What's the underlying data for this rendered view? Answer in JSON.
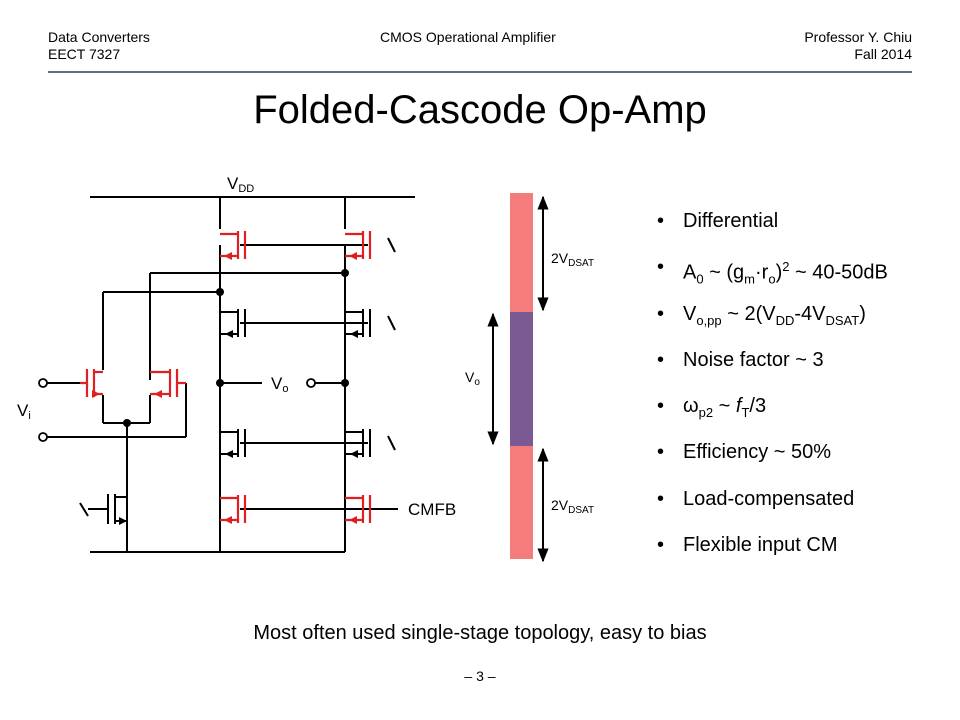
{
  "header": {
    "course": "Data Converters",
    "course_code": "EECT 7327",
    "topic": "CMOS Operational Amplifier",
    "instructor": "Professor Y. Chiu",
    "term": "Fall 2014"
  },
  "title": "Folded-Cascode Op-Amp",
  "schematic": {
    "vdd": {
      "main": "V",
      "sub": "DD"
    },
    "vo": {
      "main": "V",
      "sub": "o"
    },
    "vi": {
      "main": "V",
      "sub": "i"
    },
    "cmfb": "CMFB"
  },
  "swing": {
    "top_label": {
      "main": "2V",
      "sub": "DSAT"
    },
    "vo_label": {
      "main": "V",
      "sub": "o"
    },
    "bottom_label": {
      "main": "2V",
      "sub": "DSAT"
    },
    "colors": {
      "headroom": "#f47c7c",
      "swing": "#7b5a94"
    }
  },
  "bullets": {
    "b1": "Differential",
    "b2": {
      "a": "A",
      "a_sub": "0",
      "b": " ~ (g",
      "b_sub": "m",
      "c": "·r",
      "c_sub": "o",
      "d": ")",
      "d_sup": "2",
      "e": " ~ 40-50dB"
    },
    "b3": {
      "a": "V",
      "a_sub": "o,pp",
      "b": " ~ 2(V",
      "b_sub": "DD",
      "c": "-4V",
      "c_sub": "DSAT",
      "d": ")"
    },
    "b4": "Noise factor ~ 3",
    "b5": {
      "a": "ω",
      "a_sub": "p2",
      "b": " ~ ",
      "c": "f",
      "c_sub": "T",
      "d": "/3"
    },
    "b6": "Efficiency ~ 50%",
    "b7": "Load-compensated",
    "b8": "Flexible input CM"
  },
  "caption": "Most often used single-stage topology, easy to bias",
  "page_number": "– 3 –",
  "colors": {
    "pmos": "#e02020",
    "wire": "#000000",
    "rule": "#5b6f82"
  }
}
